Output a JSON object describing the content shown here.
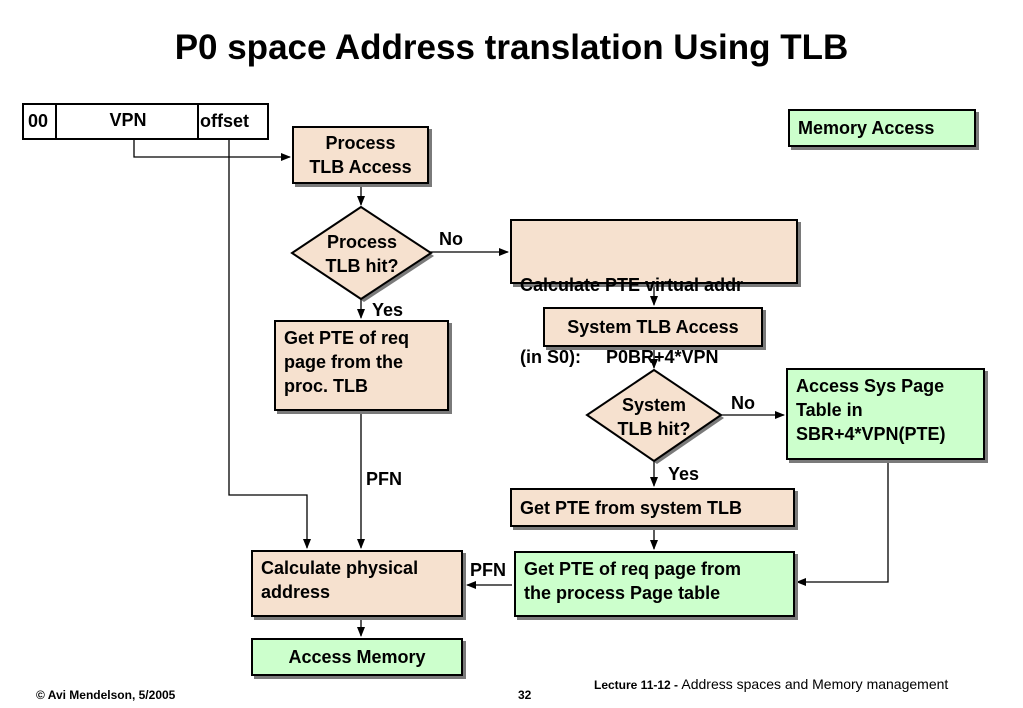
{
  "title": "P0 space Address translation Using TLB",
  "address_format": {
    "fields": [
      "00",
      "VPN",
      "offset"
    ]
  },
  "nodes": {
    "process_tlb_access": [
      "Process",
      "TLB Access"
    ],
    "process_tlb_hit": [
      "Process",
      "TLB hit?"
    ],
    "calc_pte_vaddr": [
      "Calculate PTE virtual addr",
      "(in S0):     P0BR+4*VPN"
    ],
    "system_tlb_access": "System TLB Access",
    "system_tlb_hit": [
      "System",
      "TLB hit?"
    ],
    "access_sys_page_table": [
      "Access Sys Page",
      "Table in",
      "SBR+4*VPN(PTE)"
    ],
    "get_pte_proc_tlb": [
      "Get PTE of req",
      "page from the",
      "proc. TLB"
    ],
    "get_pte_sys_tlb": "Get PTE from system TLB",
    "get_pte_page_table": [
      "Get PTE of req page from",
      "the process Page table"
    ],
    "calc_physical": [
      "Calculate physical",
      "address"
    ],
    "access_memory": "Access Memory",
    "memory_access_legend": "Memory Access"
  },
  "edge_labels": {
    "no_1": "No",
    "yes_1": "Yes",
    "no_2": "No",
    "yes_2": "Yes",
    "pfn_1": "PFN",
    "pfn_2": "PFN"
  },
  "footer": {
    "copyright": "© Avi Mendelson, 5/2005",
    "page": "32",
    "lecture_prefix": "Lecture 11-12 - ",
    "lecture_title": "Address spaces and Memory management"
  },
  "colors": {
    "tan_box": "#f6e1cf",
    "green_box": "#ccffcc",
    "line": "#000000",
    "shadow": "#7a7a7a"
  }
}
